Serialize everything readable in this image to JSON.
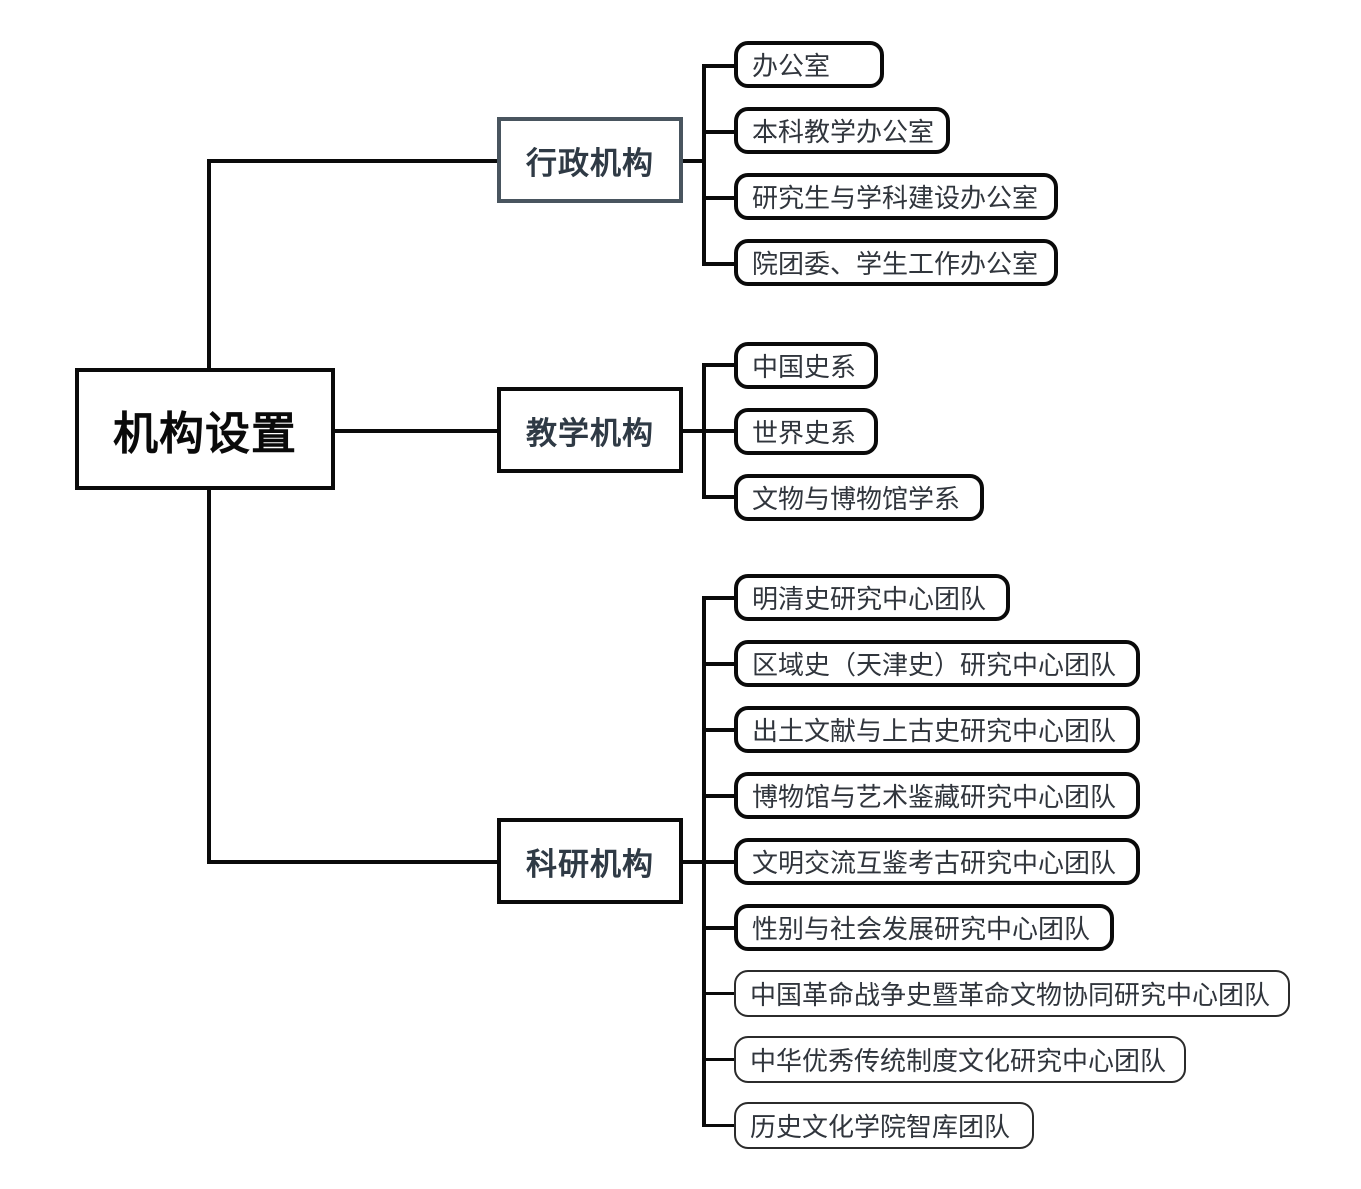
{
  "diagram": {
    "title": "机构设置",
    "root": {
      "label": "机构设置"
    },
    "branches": [
      {
        "label": "行政机构",
        "children": [
          {
            "label": "办公室"
          },
          {
            "label": "本科教学办公室"
          },
          {
            "label": "研究生与学科建设办公室"
          },
          {
            "label": "院团委、学生工作办公室"
          }
        ]
      },
      {
        "label": "教学机构",
        "children": [
          {
            "label": "中国史系"
          },
          {
            "label": "世界史系"
          },
          {
            "label": "文物与博物馆学系"
          }
        ]
      },
      {
        "label": "科研机构",
        "children": [
          {
            "label": "明清史研究中心团队"
          },
          {
            "label": "区域史（天津史）研究中心团队"
          },
          {
            "label": "出土文献与上古史研究中心团队"
          },
          {
            "label": "博物馆与艺术鉴藏研究中心团队"
          },
          {
            "label": "文明交流互鉴考古研究中心团队"
          },
          {
            "label": "性别与社会发展研究中心团队"
          },
          {
            "label": "中国革命战争史暨革命文物协同研究中心团队"
          },
          {
            "label": "中华优秀传统制度文化研究中心团队"
          },
          {
            "label": "历史文化学院智库团队"
          }
        ]
      }
    ],
    "colors": {
      "line": "#0a0a0a",
      "root_border": "#0a0a0a",
      "branch_border_admin": "#49555f",
      "branch_border_default": "#0a0a0a",
      "leaf_border": "#0a0a0a",
      "text": "#30353c",
      "background": "#ffffff"
    }
  }
}
